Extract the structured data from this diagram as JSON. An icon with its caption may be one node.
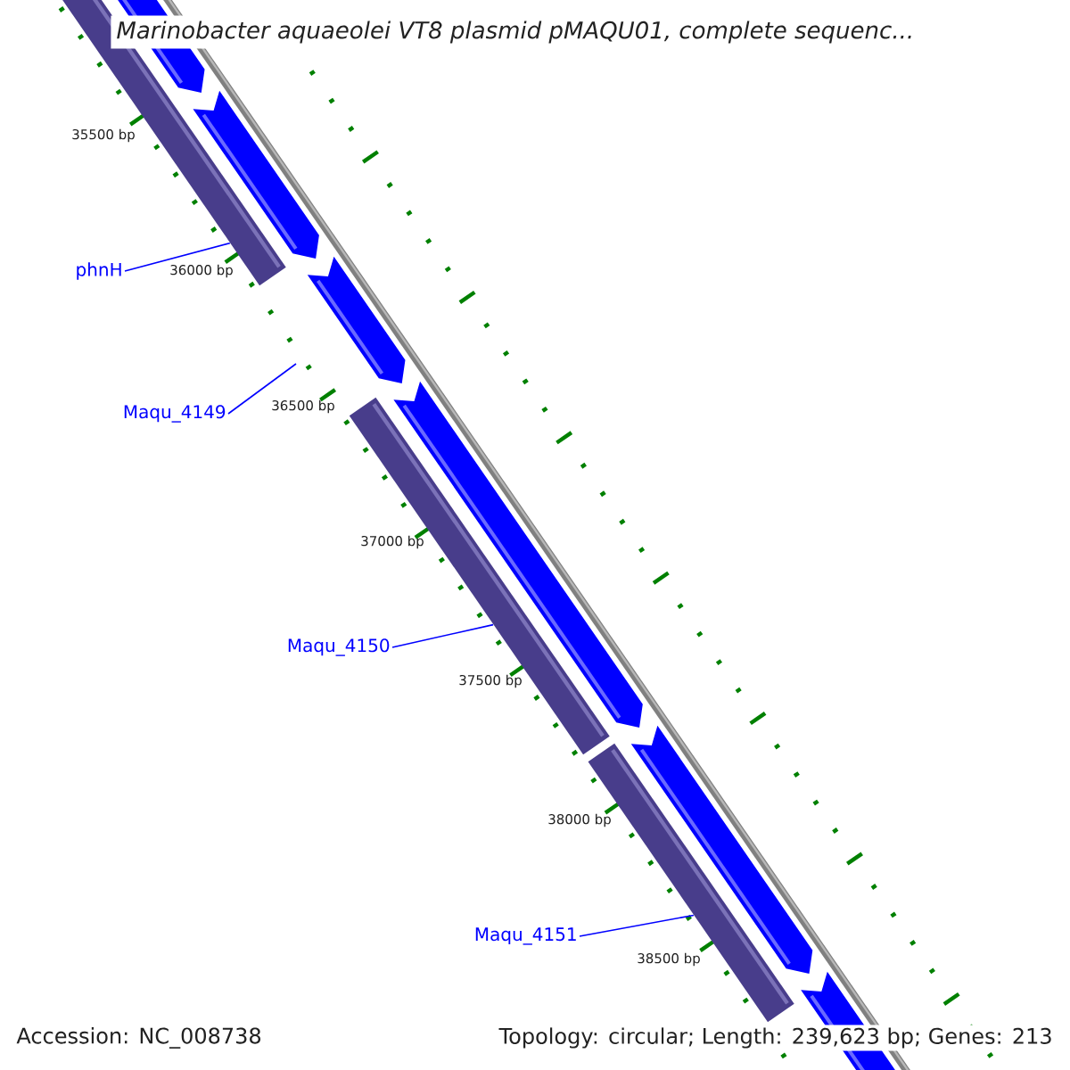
{
  "diagram": {
    "title": "Marinobacter aquaeolei VT8 plasmid pMAQU01, complete sequenc...",
    "nodes": [
      {
        "text": [
          "phnH"
        ]
      },
      {
        "text": [
          "Maqu_4149"
        ]
      },
      {
        "text": [
          "Maqu_4150"
        ]
      },
      {
        "text": [
          "Maqu_4151"
        ]
      },
      {
        "text": [],
        "shape": "bar"
      },
      {
        "text": [],
        "shape": "bar"
      },
      {
        "text": [],
        "shape": "bar"
      }
    ],
    "edges": [
      {
        "from": 0,
        "to": 4,
        "arrow": "none"
      },
      {
        "from": 1,
        "to": null,
        "arrow": "none"
      },
      {
        "from": 2,
        "to": 5,
        "arrow": "none"
      },
      {
        "from": 3,
        "to": 6,
        "arrow": "none"
      }
    ],
    "labels": [
      "35500 bp",
      "36000 bp",
      "36500 bp",
      "37000 bp",
      "37500 bp",
      "38000 bp",
      "38500 bp",
      "Accession: NC_008738",
      "Topology: circular; Length: 239,623 bp; Genes: 213"
    ]
  }
}
